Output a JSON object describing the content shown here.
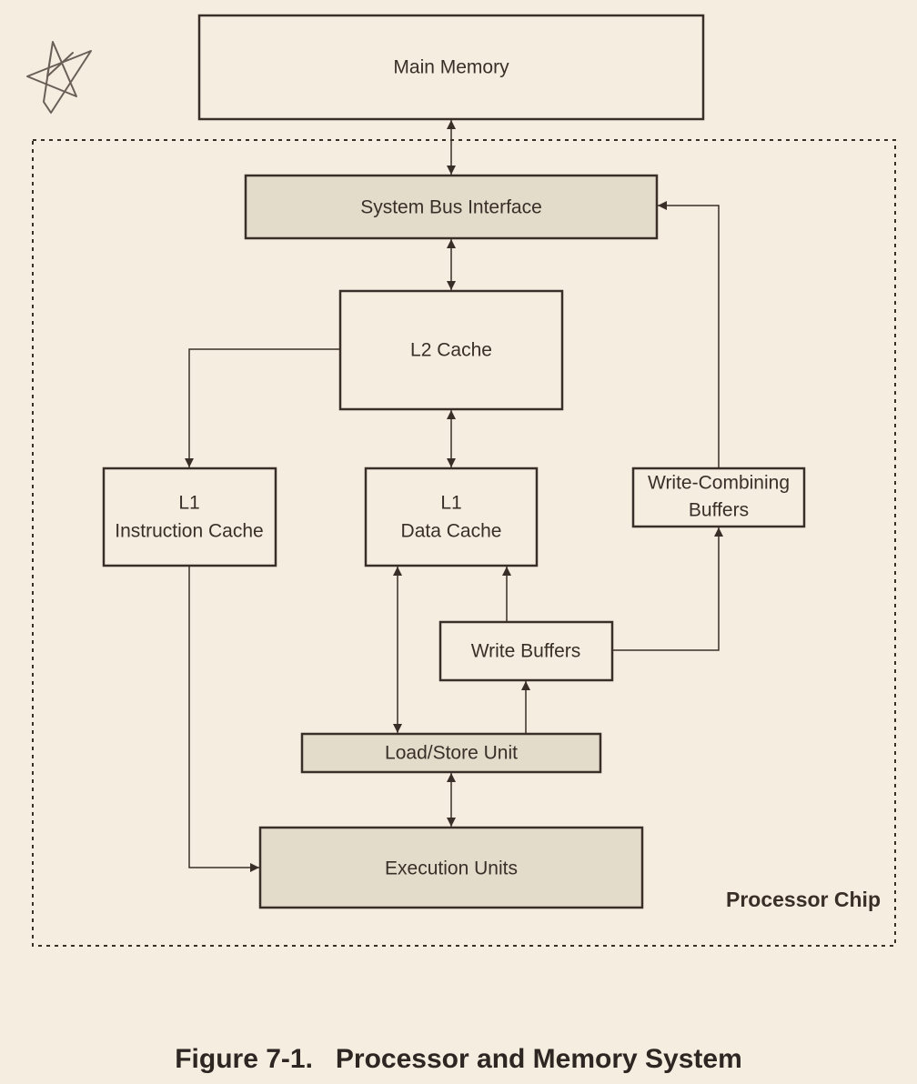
{
  "diagram": {
    "nodes": {
      "main_memory": {
        "label": "Main Memory"
      },
      "system_bus_interface": {
        "label": "System Bus Interface"
      },
      "l2_cache": {
        "label": "L2 Cache"
      },
      "l1_instruction_cache": {
        "line1": "L1",
        "line2": "Instruction Cache"
      },
      "l1_data_cache": {
        "line1": "L1",
        "line2": "Data Cache"
      },
      "write_combining_buffers": {
        "line1": "Write-Combining",
        "line2": "Buffers"
      },
      "write_buffers": {
        "label": "Write Buffers"
      },
      "load_store_unit": {
        "label": "Load/Store Unit"
      },
      "execution_units": {
        "label": "Execution Units"
      }
    },
    "container_label": "Processor Chip",
    "edges": [
      {
        "from": "main_memory",
        "to": "system_bus_interface",
        "direction": "both"
      },
      {
        "from": "system_bus_interface",
        "to": "l2_cache",
        "direction": "both"
      },
      {
        "from": "l2_cache",
        "to": "l1_data_cache",
        "direction": "both"
      },
      {
        "from": "l2_cache",
        "to": "l1_instruction_cache",
        "direction": "forward"
      },
      {
        "from": "l1_instruction_cache",
        "to": "execution_units",
        "direction": "forward"
      },
      {
        "from": "l1_data_cache",
        "to": "load_store_unit",
        "direction": "both"
      },
      {
        "from": "write_buffers",
        "to": "l1_data_cache",
        "direction": "forward"
      },
      {
        "from": "load_store_unit",
        "to": "write_buffers",
        "direction": "forward"
      },
      {
        "from": "write_buffers",
        "to": "write_combining_buffers",
        "direction": "forward"
      },
      {
        "from": "write_combining_buffers",
        "to": "system_bus_interface",
        "direction": "forward"
      },
      {
        "from": "load_store_unit",
        "to": "execution_units",
        "direction": "both"
      }
    ]
  },
  "caption": "Figure 7-1.   Processor and Memory System",
  "colors": {
    "background": "#f5eee0",
    "shaded_box": "#e3dccb",
    "ink": "#3a2f28"
  },
  "icons": {
    "corner_mark": "hand-drawn-star-icon"
  }
}
